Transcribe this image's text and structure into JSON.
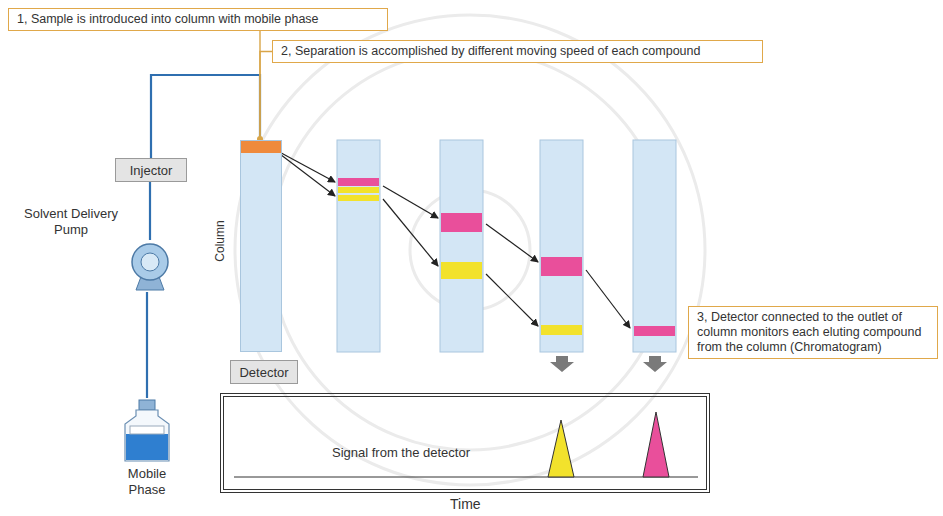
{
  "diagram": {
    "nodes": [
      {
        "text": [
          "1, Sample is introduced into column with mobile phase"
        ]
      },
      {
        "text": [
          "2, Separation is accomplished by different moving speed of each compound"
        ]
      },
      {
        "text": [
          "Injector"
        ]
      },
      {
        "text": [
          "Solvent Delivery Pump"
        ]
      },
      {
        "text": [
          "Column"
        ]
      },
      {
        "text": [
          "Detector"
        ]
      },
      {
        "text": [
          "3, Detector connected to the outlet of column monitors each eluting compound from the column (Chromatogram)"
        ]
      },
      {
        "text": [
          "Mobile Phase"
        ]
      },
      {
        "text": [
          "Signal from the detector"
        ]
      }
    ],
    "edges": [
      {
        "from": 7,
        "to": 3,
        "arrow": "none"
      },
      {
        "from": 3,
        "to": 2,
        "arrow": "none"
      },
      {
        "from": 2,
        "to": 4,
        "arrow": "none"
      },
      {
        "from": 0,
        "to": 4,
        "arrow": "none"
      },
      {
        "from": 1,
        "to": 4,
        "arrow": "none"
      }
    ],
    "labels": [
      "Time"
    ]
  }
}
